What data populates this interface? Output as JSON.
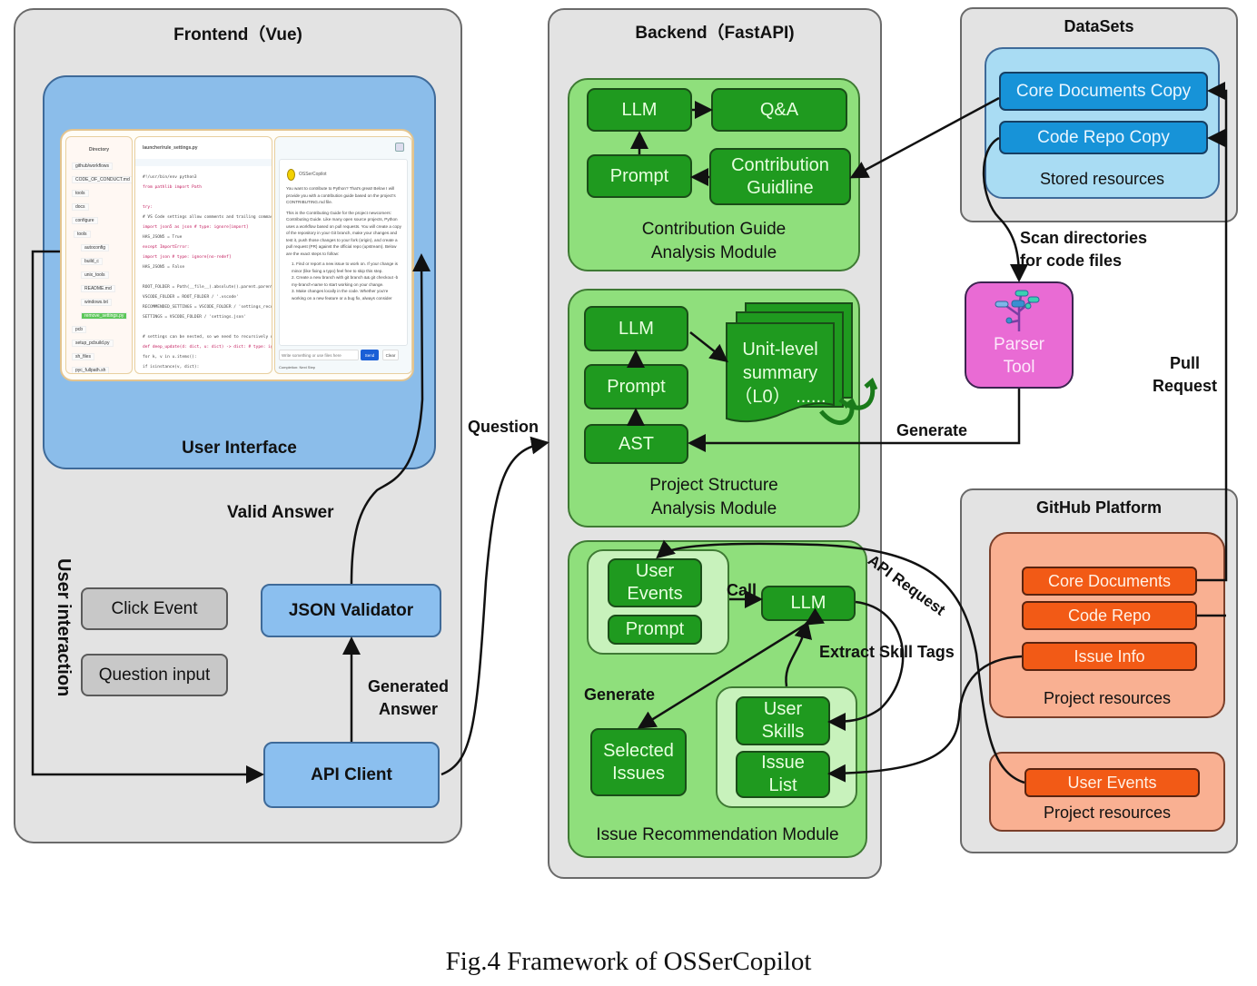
{
  "caption": "Fig.4 Framework of OSSerCopilot",
  "frontend": {
    "title": "Frontend（Vue)",
    "user_interface": {
      "label": "User Interface",
      "screenshot": {
        "directory_title": "Directory",
        "tree_items": [
          "github/workflows",
          "CODE_OF_CONDUCT.md",
          "tools",
          "docs",
          "configure",
          "tools",
          "autoconfig",
          "build_c",
          "unix_tools",
          "README.md",
          "windows.txt",
          "remove_settings.py",
          "pcb",
          "setup_pcbuild.py",
          "sh_files",
          "pyc_fullpath.sh"
        ],
        "active_tree_item": "remove_settings.py",
        "file_title": "launcher/rule_settings.py",
        "code_lines": [
          "#!/usr/bin/env python3",
          "from pathlib import Path",
          "",
          "try:",
          "    # VS Code settings allow comments and trailing commas",
          "    import json5 as json  # type: ignore[import]",
          "    HAS_JSON5 = True",
          "except ImportError:",
          "    import json  # type: ignore[no-redef]",
          "    HAS_JSON5 = False",
          "",
          "ROOT_FOLDER = Path(__file__).absolute().parent.parent",
          "VSCODE_FOLDER = ROOT_FOLDER / '.vscode'",
          "RECOMMENDED_SETTINGS = VSCODE_FOLDER / 'settings_recommended.json'",
          "SETTINGS = VSCODE_FOLDER / 'settings.json'",
          "",
          "# settings can be nested, so we need to recursively update",
          "def deep_update(d: dict, u: dict) -> dict:  # type: ignore",
          "    for k, v in u.items():",
          "        if isinstance(v, dict):"
        ],
        "chat_bot_name": "OSSerCopilot",
        "chat_paragraphs": [
          "You want to contribute to Python? That's great! Below I will provide you with a contribution guide based on the project's CONTRIBUTING.md file.",
          "This is the Contributing Guide for the project newcomers: Contributing Guide. Like many open source projects, Python uses a workflow based on pull requests. You will create a copy of the repository in your Git branch, make your changes and test it, push those changes to your fork (origin), and create a pull request (PR) against the official repo (upstream). Below are the exact steps to follow:"
        ],
        "chat_link": "Contributing Guide",
        "chat_steps": [
          "1. Find or report a new issue to work on. If your change is minor (like fixing a typo) feel free to skip this step.",
          "2. Create a new branch with git branch && git checkout -b my-branch-name to start working on your change.",
          "3. Make changes locally in the code. Whether you're working on a new feature or a bug fix, always consider"
        ],
        "chat_input_placeholder": "Write something or use files here",
        "send_label": "Send",
        "clear_label": "Clear",
        "status_text": "Completion: Next Step"
      }
    },
    "user_interaction_label": "User interaction",
    "click_event": "Click  Event",
    "question_input": "Question input",
    "json_validator": "JSON Validator",
    "api_client": "API Client",
    "valid_answer_label": "Valid Answer",
    "generated_answer_label": [
      "Generated",
      "Answer"
    ]
  },
  "question_label": "Question",
  "backend": {
    "title": "Backend（FastAPI)",
    "contribution_module": {
      "llm": "LLM",
      "qa": "Q&A",
      "prompt": "Prompt",
      "guideline": [
        "Contribution",
        "Guidline"
      ],
      "label": [
        "Contribution Guide",
        "Analysis Module"
      ]
    },
    "structure_module": {
      "llm": "LLM",
      "prompt": "Prompt",
      "ast": "AST",
      "summary": [
        "Unit-level",
        "summary",
        "（L0）  ......"
      ],
      "label": [
        "Project Structure",
        "Analysis Module"
      ]
    },
    "issue_module": {
      "user_events": [
        "User",
        "Events"
      ],
      "prompt": "Prompt",
      "call_label": "Call",
      "llm": "LLM",
      "generate_label": "Generate",
      "extract_label": "Extract Skill Tags",
      "selected_issues": [
        "Selected",
        "Issues"
      ],
      "user_skills": [
        "User",
        "Skills"
      ],
      "issue_list": [
        "Issue",
        "List"
      ],
      "label": "Issue Recommendation Module"
    }
  },
  "datasets": {
    "title": "DataSets",
    "items": [
      "Core Documents Copy",
      "Code Repo Copy"
    ],
    "label": "Stored resources"
  },
  "scan_label": [
    "Scan directories",
    "for code files"
  ],
  "parser_tool": [
    "Parser",
    "Tool"
  ],
  "generate_label": "Generate",
  "pull_request_label": [
    "Pull",
    "Request"
  ],
  "api_request_label": "API Request",
  "github": {
    "title": "GitHub Platform",
    "group1": {
      "items": [
        "Core Documents",
        "Code Repo",
        "Issue Info"
      ],
      "label": "Project resources"
    },
    "group2": {
      "items": [
        "User Events"
      ],
      "label": "Project resources"
    }
  }
}
